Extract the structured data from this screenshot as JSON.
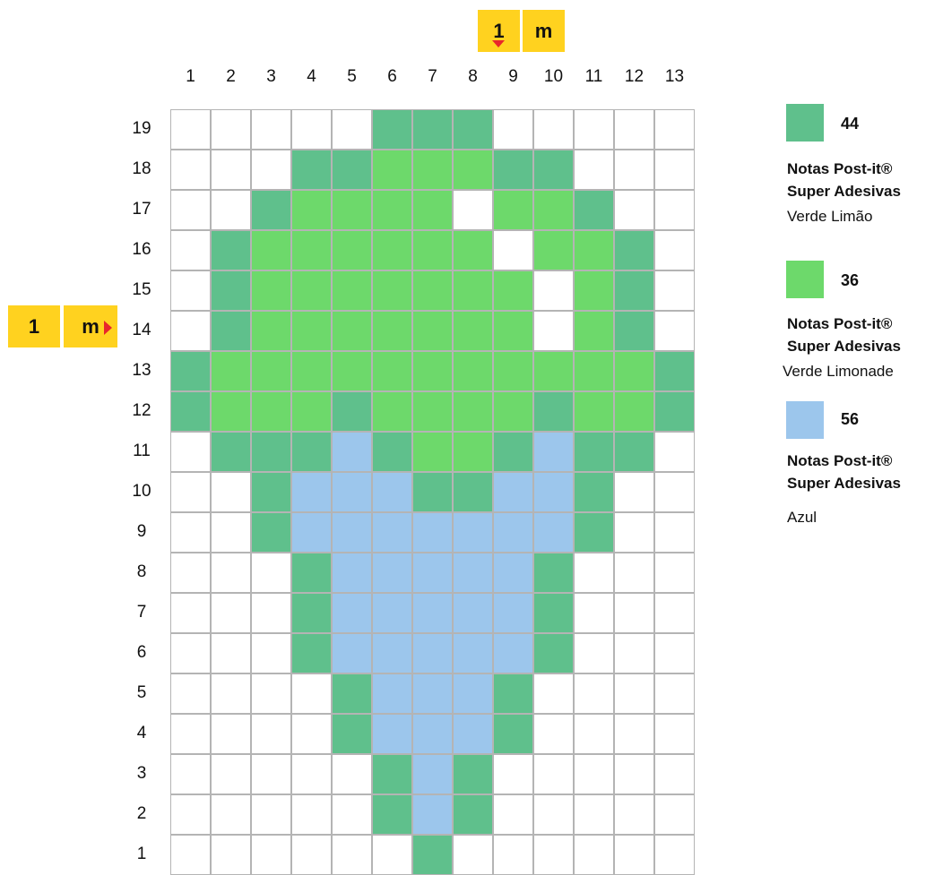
{
  "scale": {
    "top": {
      "value": "1",
      "unit": "m"
    },
    "left": {
      "value": "1",
      "unit": "m"
    }
  },
  "columns": [
    "1",
    "2",
    "3",
    "4",
    "5",
    "6",
    "7",
    "8",
    "9",
    "10",
    "11",
    "12",
    "13"
  ],
  "rows": [
    "19",
    "18",
    "17",
    "16",
    "15",
    "14",
    "13",
    "12",
    "11",
    "10",
    "9",
    "8",
    "7",
    "6",
    "5",
    "4",
    "3",
    "2",
    "1"
  ],
  "grid": [
    ".....GGG.....",
    "...TTLLLTT...",
    "..TLLLL.LLT..",
    ".TLLLLLL.LLT.",
    ".TLLLLLLL.LT.",
    ".TLLLLLLL.LT.",
    "TLLLLLLLLLLLT",
    "TLLLTLLLLTLLT",
    ".TTTBTLLTBTT.",
    "..TBBBTTBBT..",
    "..TBBBBBBBT..",
    "...TBBBBBT...",
    "...TBBBBBT...",
    "...TBBBBBT...",
    "....TBBBT....",
    "....TBBBT....",
    ".....TBT.....",
    ".....TBT.....",
    "......T......"
  ],
  "colors": {
    "T": "#5fc08c",
    "L": "#6dd96b",
    "B": "#9cc6ec",
    "G": "#5fc08c",
    ".": "#ffffff"
  },
  "legend": [
    {
      "count": "44",
      "name_line1": "Notas Post-it®",
      "name_line2": "Super Adesivas",
      "color_name": "Verde Limão",
      "color": "#5fc08c"
    },
    {
      "count": "36",
      "name_line1": "Notas Post-it®",
      "name_line2": "Super Adesivas",
      "color_name": "Verde Limonade",
      "color": "#6dd96b"
    },
    {
      "count": "56",
      "name_line1": "Notas Post-it®",
      "name_line2": "Super Adesivas",
      "color_name": "Azul",
      "color": "#9cc6ec"
    }
  ]
}
